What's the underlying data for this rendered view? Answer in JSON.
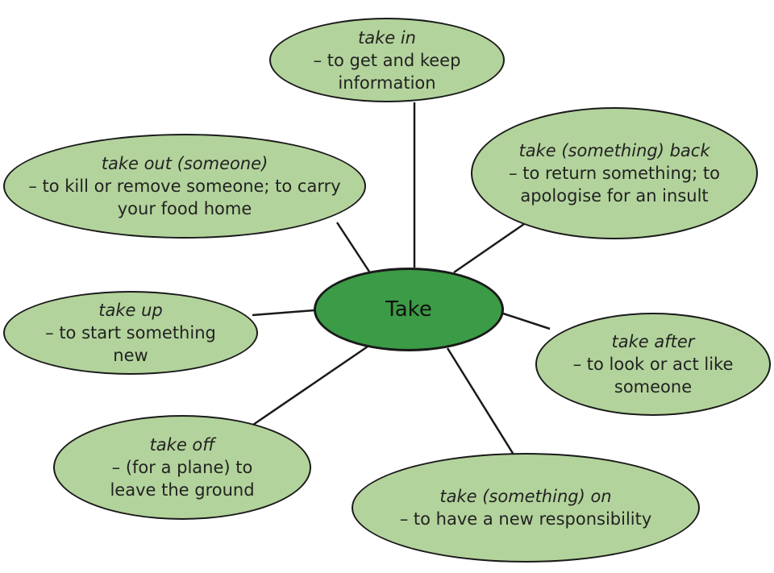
{
  "center": {
    "label": "Take",
    "fill": "#3c9b46"
  },
  "bubble_fill": "#b3d39c",
  "line_color": "#1a1a1a",
  "nodes": [
    {
      "term": "take in",
      "definition": "– to get and keep information"
    },
    {
      "term": "take (something) back",
      "definition": "– to return something; to apologise for an insult"
    },
    {
      "term": "take out (someone)",
      "definition": "– to kill or remove someone; to carry your food home"
    },
    {
      "term": "take up",
      "definition": "– to start something new"
    },
    {
      "term": "take after",
      "definition": "– to look or act like someone"
    },
    {
      "term": "take off",
      "definition": "– (for a plane) to leave the ground"
    },
    {
      "term": "take (something) on",
      "definition": "– to have a new responsibility"
    }
  ]
}
